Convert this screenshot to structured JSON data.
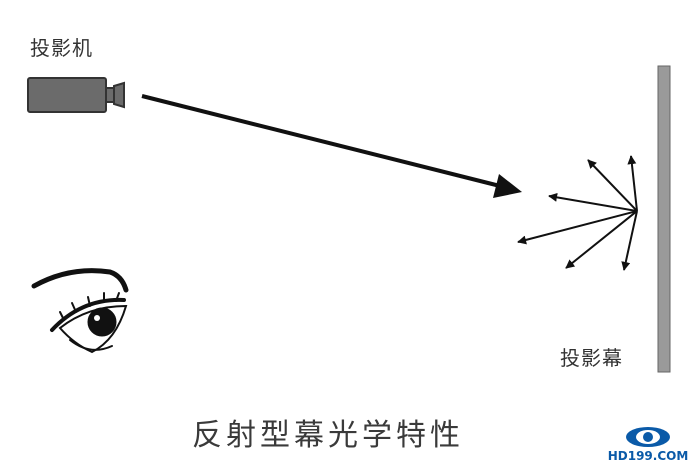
{
  "labels": {
    "projector": "投影机",
    "screen": "投影幕",
    "caption": "反射型幕光学特性"
  },
  "watermark": {
    "text": "HD199.COM"
  },
  "icons": {
    "projector": "projector-icon",
    "eye": "eye-icon",
    "logo": "hd199-logo-icon"
  },
  "colors": {
    "text": "#333333",
    "projector_body": "#6b6b6b",
    "screen": "#9a9a9a",
    "arrow": "#111111",
    "logo": "#0a5aa8"
  }
}
